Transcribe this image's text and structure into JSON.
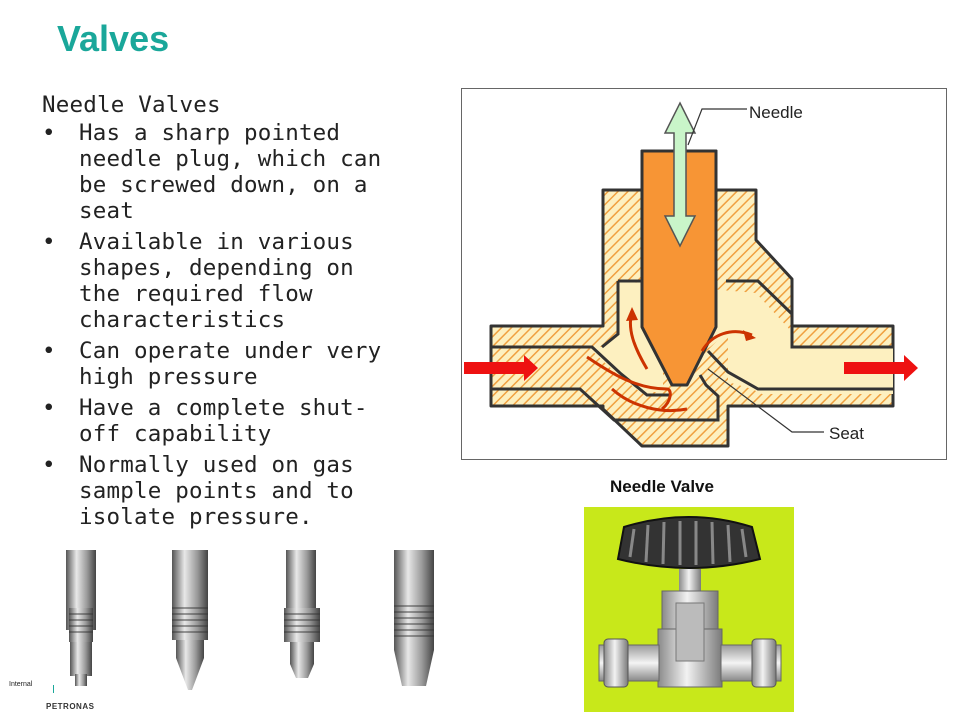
{
  "slide": {
    "title": "Valves"
  },
  "content": {
    "heading": "Needle Valves",
    "bullets": [
      {
        "marker": "•",
        "lines": [
          "Has a sharp pointed",
          "needle plug, which can",
          "be screwed down, on a",
          "seat"
        ]
      },
      {
        "marker": "•",
        "lines": [
          "Available in various",
          "shapes, depending on",
          "the required flow",
          "characteristics"
        ]
      },
      {
        "marker": "•",
        "lines": [
          "Can operate under very",
          "high pressure"
        ]
      },
      {
        "marker": "•",
        "lines": [
          "Have a complete shut-",
          "off capability"
        ]
      },
      {
        "marker": "•",
        "lines": [
          "Normally used on gas",
          "sample points and to",
          "isolate pressure."
        ]
      }
    ]
  },
  "diagram": {
    "needle_label": "Needle",
    "seat_label": "Seat",
    "colors": {
      "body_hatch": "#f0a040",
      "body_fill": "#fdf0c0",
      "needle": "#f79535",
      "flow_arrow": "#cc3300",
      "inlet_outlet_arrow": "#ee1111",
      "motion_arrow": "#c9f5c9"
    }
  },
  "photo": {
    "caption": "Needle Valve",
    "background": "#c8e81a"
  },
  "footer": {
    "classification": "Internal",
    "brand": "PETRONAS"
  }
}
